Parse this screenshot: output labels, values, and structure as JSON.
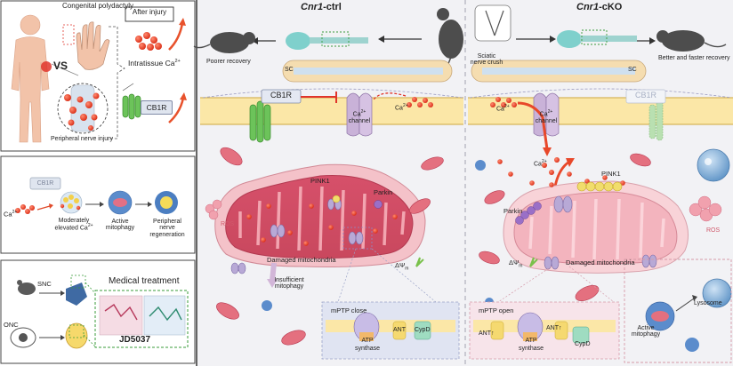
{
  "left": {
    "p1": {
      "congenital": "Congenital polydactyly",
      "vs": "VS",
      "after_injury": "After injury",
      "intratissue": "Intratissue Ca",
      "sup2": "2+",
      "cb1r": "CB1R",
      "peripheral_injury": "Peripheral nerve injury"
    },
    "p2": {
      "cb1r": "CB1R",
      "ca": "Ca",
      "sup": "2+",
      "moderately": "Moderately elevated Ca",
      "active": "Active mitophagy",
      "regeneration": "Peripheral nerve regeneration"
    },
    "p3": {
      "snc": "SNC",
      "onc": "ONC",
      "medical": "Medical treatment",
      "drug": "JD5037"
    }
  },
  "ctrl": {
    "title_main": "Cnr1",
    "title_suffix": "-ctrl",
    "poorer": "Poorer recovery",
    "sc": "SC",
    "cb1r": "CB1R",
    "channel": "Ca",
    "channel2": "channel",
    "ca_right": "Ca",
    "pink1": "PINK1",
    "parkin": "Parkin",
    "ros": "ROS",
    "damaged": "Damaged mitochondria",
    "dpsi": "ΔΨ",
    "dpsi_sub": "m",
    "insufficient": "Insufficient mitophagy",
    "mptp": "mPTP close",
    "atp": "ATP",
    "synthase": "synthase",
    "ant": "ANT",
    "cypd": "CypD"
  },
  "cko": {
    "title_main": "Cnr1",
    "title_suffix": "-cKO",
    "sciatic": "Sciatic nerve crush",
    "better": "Better and faster recovery",
    "sc": "SC",
    "ca_left": "Ca",
    "channel": "Ca",
    "channel2": "channel",
    "cb1r": "CB1R",
    "ca_mid": "Ca",
    "pink1": "PINK1",
    "parkin": "Parkin",
    "ros": "ROS",
    "dpsi": "ΔΨ",
    "dpsi_sub": "m",
    "damaged": "Damaged mitochondria",
    "lysosome": "Lysosome",
    "active": "Active mitophagy",
    "mptp": "mPTP open",
    "ant": "ANT",
    "atp": "ATP",
    "synthase": "synthase",
    "cypd": "CypD"
  },
  "colors": {
    "mito": "#e46a78",
    "mito_dark": "#c23f55",
    "ca": "#e8341c",
    "cb1r": "#5bbf4a",
    "membrane": "#e7cf73",
    "bg_panel": "#ebedf6",
    "parkin": "#9a6fc7",
    "pink1": "#f1dd6c"
  }
}
